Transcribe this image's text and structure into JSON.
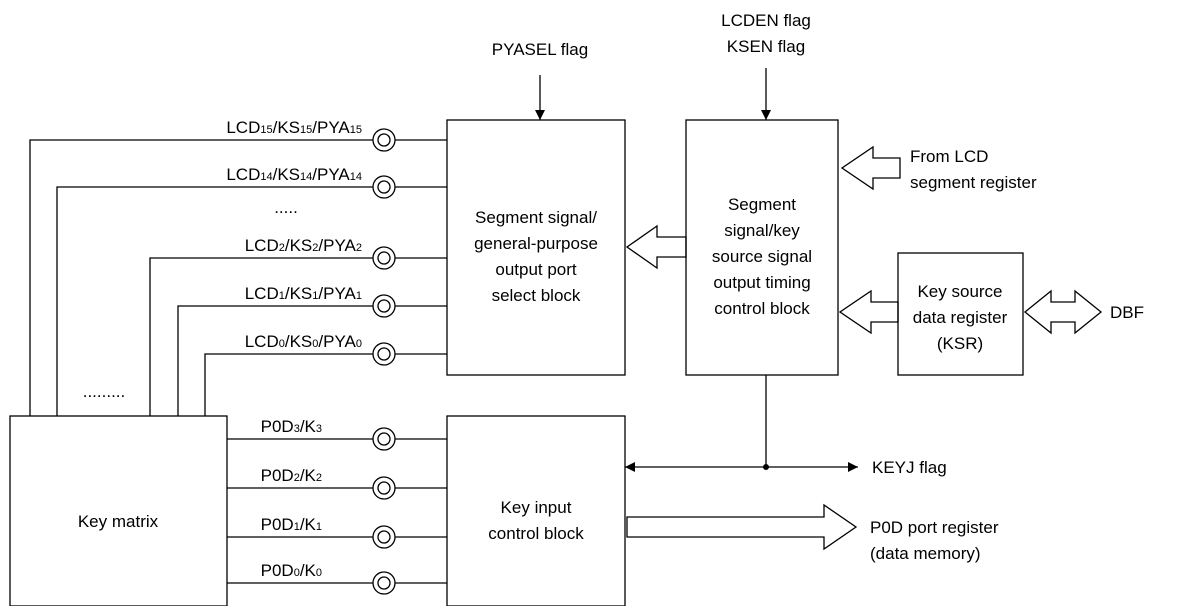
{
  "flags": {
    "pyasel": "PYASEL flag",
    "lcden": "LCDEN flag",
    "ksen": "KSEN flag",
    "keyj": "KEYJ flag"
  },
  "blocks": {
    "segment_select": [
      "Segment signal/",
      "general-purpose",
      "output port",
      "select block"
    ],
    "timing_control": [
      "Segment",
      "signal/key",
      "source signal",
      "output timing",
      "control block"
    ],
    "ksr": [
      "Key source",
      "data register",
      "(KSR)"
    ],
    "key_input": [
      "Key input",
      "control block"
    ],
    "key_matrix": "Key matrix"
  },
  "external": {
    "from_lcd": [
      "From LCD",
      "segment register"
    ],
    "dbf": "DBF",
    "p0d_register": [
      "P0D port register",
      "(data memory)"
    ]
  },
  "pins": [
    {
      "a": "LCD",
      "as": "15",
      "b": "/KS",
      "bs": "15",
      "c": "/PYA",
      "cs": "15"
    },
    {
      "a": "LCD",
      "as": "14",
      "b": "/KS",
      "bs": "14",
      "c": "/PYA",
      "cs": "14"
    },
    {
      "a": "LCD",
      "as": "2",
      "b": "/KS",
      "bs": "2",
      "c": "/PYA",
      "cs": "2"
    },
    {
      "a": "LCD",
      "as": "1",
      "b": "/KS",
      "bs": "1",
      "c": "/PYA",
      "cs": "1"
    },
    {
      "a": "LCD",
      "as": "0",
      "b": "/KS",
      "bs": "0",
      "c": "/PYA",
      "cs": "0"
    },
    {
      "a": "P0D",
      "as": "3",
      "b": "/K",
      "bs": "3"
    },
    {
      "a": "P0D",
      "as": "2",
      "b": "/K",
      "bs": "2"
    },
    {
      "a": "P0D",
      "as": "1",
      "b": "/K",
      "bs": "1"
    },
    {
      "a": "P0D",
      "as": "0",
      "b": "/K",
      "bs": "0"
    }
  ],
  "ellipsis": {
    "pins": ".....",
    "matrix": "........."
  }
}
